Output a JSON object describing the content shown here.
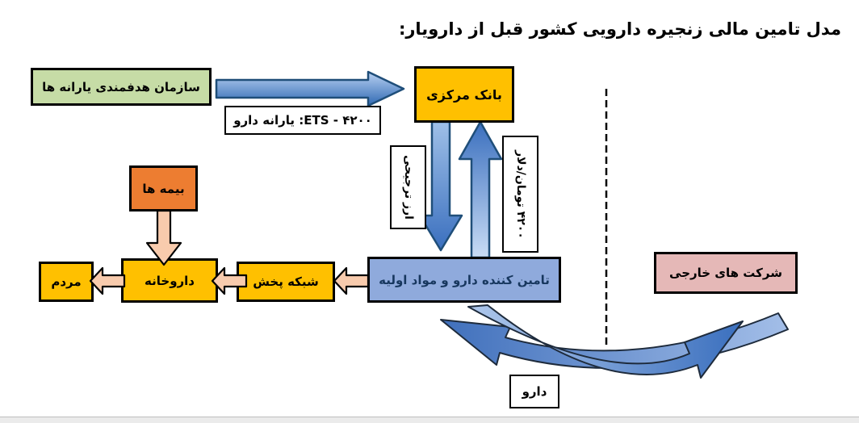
{
  "title": "مدل تامین مالی زنجیره دارویی کشور قبل از دارویار:",
  "nodes": {
    "subsidy_org": {
      "label": "سازمان هدفمندی یارانه ها",
      "bg": "#C6DCA6"
    },
    "central_bank": {
      "label": "بانک مرکزی",
      "bg": "#FFC000"
    },
    "insurances": {
      "label": "بیمه ها",
      "bg": "#ED7D31"
    },
    "supplier": {
      "label": "تامین کننده دارو و مواد اولیه",
      "bg": "#8FAADC"
    },
    "distribution": {
      "label": "شبکه پخش",
      "bg": "#FFC000"
    },
    "pharmacy": {
      "label": "داروخانه",
      "bg": "#FFC000"
    },
    "people": {
      "label": "مردم",
      "bg": "#FFC000"
    },
    "foreign_companies": {
      "label": "شرکت های خارجی",
      "bg": "#E5B8B7"
    }
  },
  "edge_labels": {
    "drug_subsidy": "۴۲۰۰ - ETS: یارانه دارو",
    "preferential_currency": "ارز ترجیحی",
    "toman_per_dollar": "۴۲۰۰ تومان/دلار",
    "drug": "دارو"
  },
  "edges": [
    {
      "from": "subsidy_org",
      "to": "central_bank",
      "label_key": "drug_subsidy"
    },
    {
      "from": "central_bank",
      "to": "supplier",
      "label_key": "preferential_currency"
    },
    {
      "from": "supplier",
      "to": "central_bank",
      "label_key": "toman_per_dollar"
    },
    {
      "from": "insurances",
      "to": "pharmacy",
      "label_key": ""
    },
    {
      "from": "supplier",
      "to": "distribution",
      "label_key": ""
    },
    {
      "from": "distribution",
      "to": "pharmacy",
      "label_key": ""
    },
    {
      "from": "pharmacy",
      "to": "people",
      "label_key": ""
    },
    {
      "from": "foreign_companies",
      "to": "supplier",
      "label_key": "drug"
    },
    {
      "from": "supplier",
      "to": "foreign_companies",
      "label_key": ""
    }
  ],
  "colors": {
    "blue_arrow_light": "#B9D1F2",
    "blue_arrow_dark": "#2F69B3",
    "blue_arrow_outline": "#1F4E79",
    "peach_arrow": "#F8CBAD",
    "divider": "#000000",
    "bottom_strip": "#ebebeb"
  }
}
